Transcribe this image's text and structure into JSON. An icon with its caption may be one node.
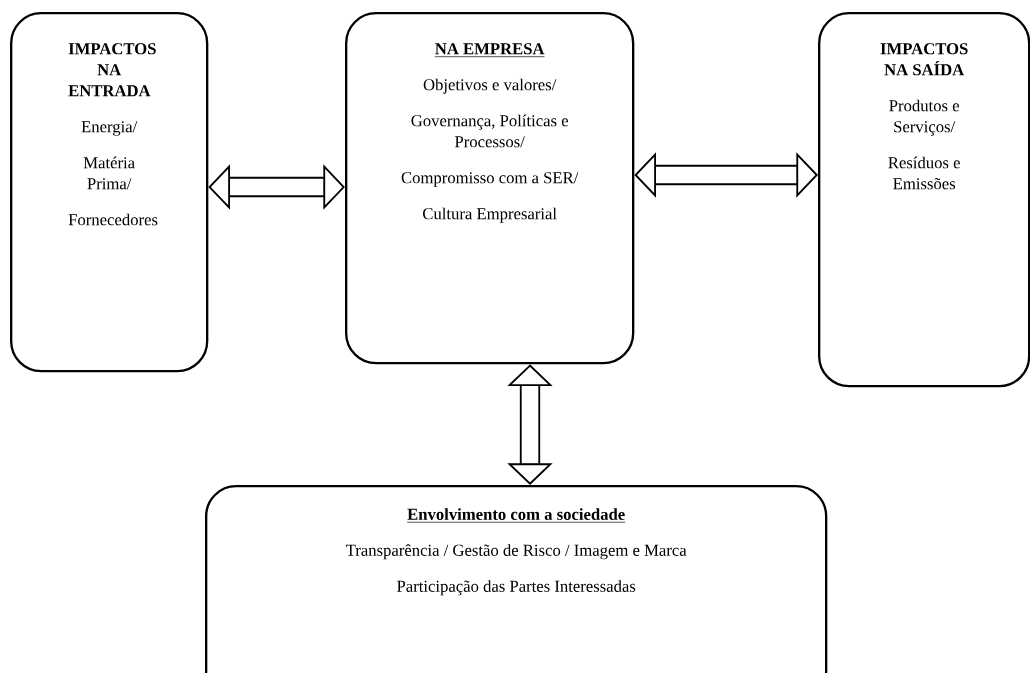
{
  "diagram": {
    "nodes": [
      {
        "text": [
          "IMPACTOS NA ENTRADA",
          "Energia/",
          "Matéria Prima/",
          "Fornecedores"
        ]
      },
      {
        "text": [
          "NA EMPRESA",
          "Objetivos e valores/",
          "Governança, Políticas e Processos/",
          "Compromisso com a SER/",
          "Cultura Empresarial"
        ]
      },
      {
        "text": [
          "IMPACTOS NA SAÍDA",
          "Produtos e Serviços/",
          "Resíduos e Emissões"
        ]
      },
      {
        "text": [
          "Envolvimento com a sociedade",
          "Transparência  /  Gestão de Risco  / Imagem e Marca",
          "Participação das Partes Interessadas"
        ]
      }
    ],
    "edges": [
      {
        "from": 0,
        "to": 1,
        "arrow": "both"
      },
      {
        "from": 1,
        "to": 2,
        "arrow": "both"
      },
      {
        "from": 1,
        "to": 3,
        "arrow": "both"
      }
    ]
  }
}
